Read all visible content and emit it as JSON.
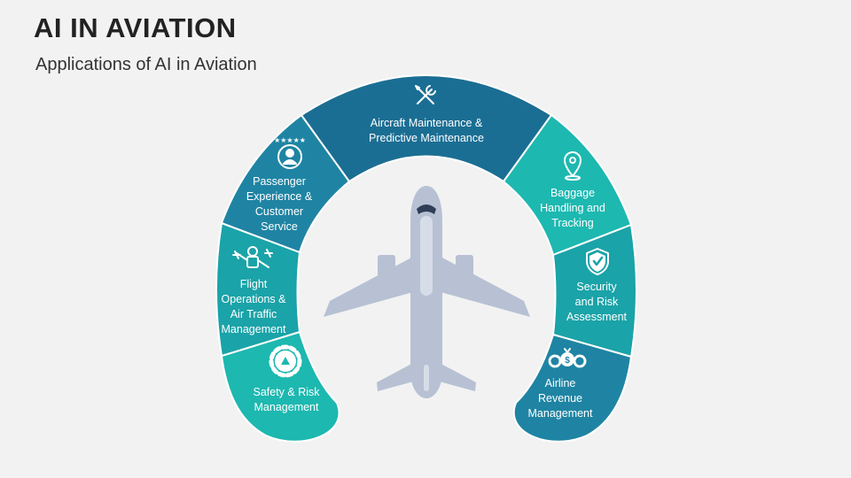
{
  "header": {
    "title": "AI IN AVIATION",
    "subtitle": "Applications of AI in Aviation"
  },
  "colors": {
    "background": "#f2f2f2",
    "dark_blue": "#1b6e93",
    "blue": "#1f84a3",
    "teal": "#1aa3a8",
    "aqua": "#1db8b0",
    "plane": "#b7c1d3"
  },
  "segments": [
    {
      "id": "safety",
      "icon": "gear-alert-icon",
      "lines": [
        "Safety & Risk",
        "Management"
      ]
    },
    {
      "id": "flight-ops",
      "icon": "air-traffic-controller-icon",
      "lines": [
        "Flight",
        "Operations &",
        "Air Traffic",
        "Management"
      ]
    },
    {
      "id": "passenger",
      "icon": "customer-rating-icon",
      "lines": [
        "Passenger",
        "Experience &",
        "Customer",
        "Service"
      ]
    },
    {
      "id": "maintenance",
      "icon": "wrench-screwdriver-icon",
      "lines": [
        "Aircraft Maintenance &",
        "Predictive Maintenance"
      ]
    },
    {
      "id": "baggage",
      "icon": "location-pin-icon",
      "lines": [
        "Baggage",
        "Handling and",
        "Tracking"
      ]
    },
    {
      "id": "security",
      "icon": "shield-check-icon",
      "lines": [
        "Security",
        "and Risk",
        "Assessment"
      ]
    },
    {
      "id": "revenue",
      "icon": "money-gears-icon",
      "lines": [
        "Airline",
        "Revenue",
        "Management"
      ]
    }
  ]
}
